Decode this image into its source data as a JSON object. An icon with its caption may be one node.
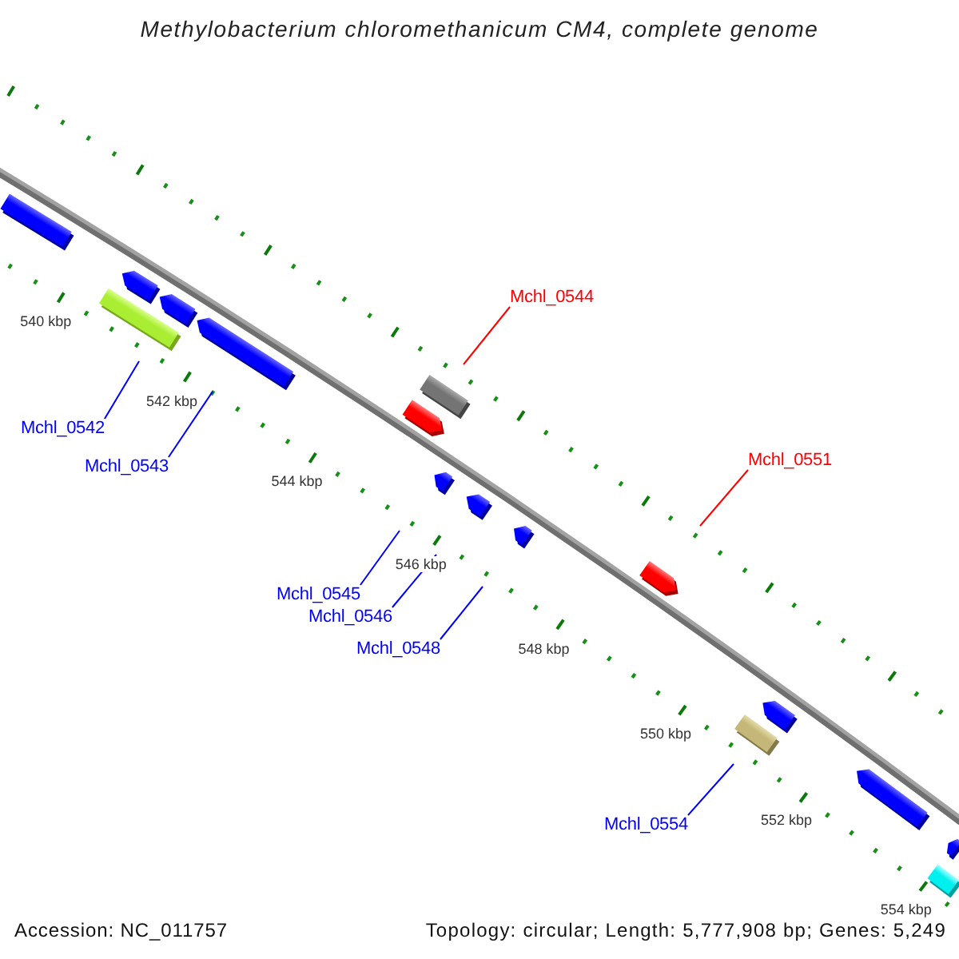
{
  "diagram": {
    "title": "Methylobacterium chloromethanicum CM4, complete genome",
    "nodes": [
      {
        "text": [],
        "shape": "box"
      },
      {
        "text": [],
        "shape": "pentagon"
      },
      {
        "text": [],
        "shape": "box"
      },
      {
        "text": [],
        "shape": "pentagon"
      },
      {
        "text": [
          "Mchl_0544"
        ]
      },
      {
        "text": [],
        "shape": "pentagon"
      },
      {
        "text": [],
        "shape": "box"
      },
      {
        "text": [],
        "shape": "pentagon"
      },
      {
        "text": [
          "Mchl_0542"
        ]
      },
      {
        "text": [
          "Mchl_0551"
        ]
      },
      {
        "text": [
          "Mchl_0543"
        ]
      },
      {
        "text": [],
        "shape": "pentagon"
      },
      {
        "text": [],
        "shape": "pentagon"
      },
      {
        "text": [],
        "shape": "pentagon"
      },
      {
        "text": [],
        "shape": "pentagon"
      },
      {
        "text": [
          "Mchl_0545"
        ]
      },
      {
        "text": [
          "Mchl_0546"
        ]
      },
      {
        "text": [
          "Mchl_0548"
        ]
      },
      {
        "text": [],
        "shape": "pentagon"
      },
      {
        "text": [],
        "shape": "box"
      },
      {
        "text": [],
        "shape": "pentagon"
      },
      {
        "text": [
          "Mchl_0554"
        ]
      },
      {
        "text": [],
        "shape": "pentagon"
      },
      {
        "text": [],
        "shape": "box"
      }
    ],
    "edges": [
      {
        "from": 4,
        "to": 6,
        "arrow": "none",
        "color": "#ff0000"
      },
      {
        "from": 8,
        "to": 2,
        "arrow": "none"
      },
      {
        "from": 9,
        "to": 14,
        "arrow": "none",
        "color": "#ff0000"
      },
      {
        "from": 10,
        "to": 5,
        "arrow": "none"
      },
      {
        "from": 15,
        "to": 11,
        "arrow": "none"
      },
      {
        "from": 16,
        "to": 12,
        "arrow": "none"
      },
      {
        "from": 17,
        "to": 13,
        "arrow": "none"
      },
      {
        "from": 21,
        "to": 19,
        "arrow": "none"
      }
    ],
    "labels": [
      "540 kbp",
      "542 kbp",
      "544 kbp",
      "546 kbp",
      "548 kbp",
      "550 kbp",
      "552 kbp",
      "554 kbp",
      "Accession: NC_011757",
      "Topology: circular; Length: 5,777,908 bp; Genes: 5,249"
    ]
  }
}
